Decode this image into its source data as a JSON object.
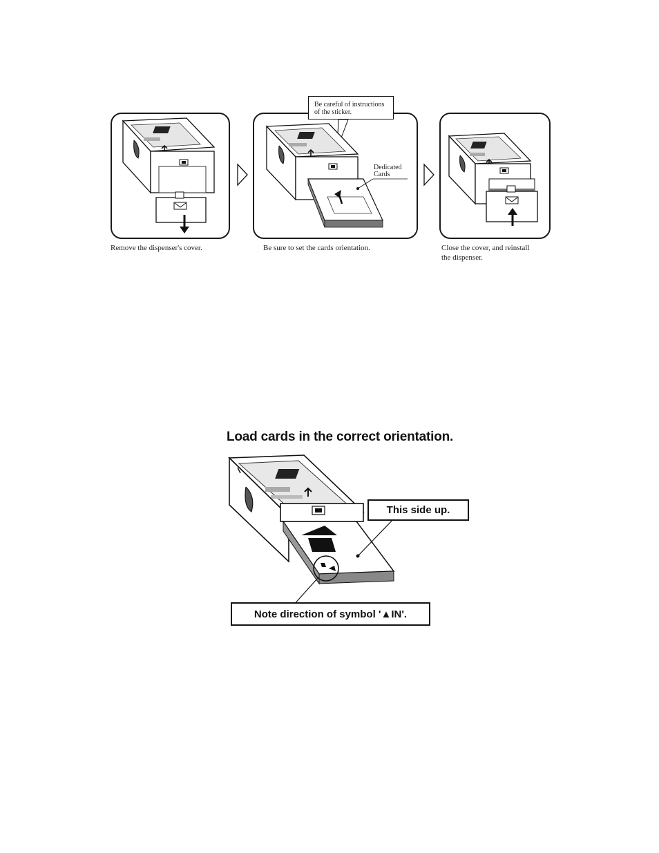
{
  "steps": [
    {
      "caption": "Remove the dispenser's cover."
    },
    {
      "caption": "Be sure to set the cards orientation.",
      "callout": "Be careful of instructions of the sticker.",
      "callout_line1": "Be careful of instructions",
      "callout_line2": "of the sticker.",
      "cards_label_line1": "Dedicated",
      "cards_label_line2": "Cards"
    },
    {
      "caption_line1": "Close the cover, and reinstall",
      "caption_line2": "the dispenser."
    }
  ],
  "detail": {
    "title": "Load cards in the correct orientation.",
    "side_up_label": "This side up.",
    "symbol_note": "Note direction of symbol '▲IN'."
  },
  "colors": {
    "ink": "#111111",
    "grey": "#9a9a9a",
    "dark_grey": "#555555"
  }
}
